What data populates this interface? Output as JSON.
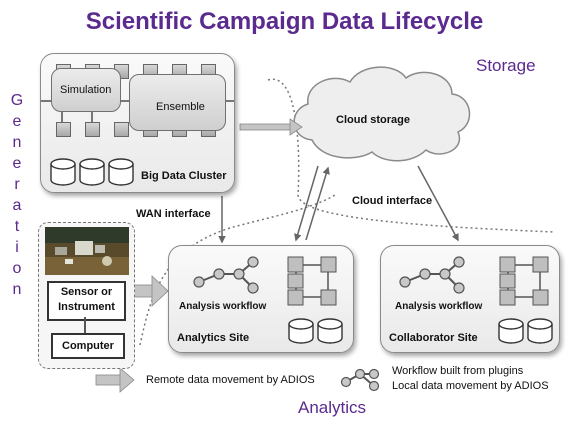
{
  "title": "Scientific Campaign Data Lifecycle",
  "side_labels": {
    "storage": "Storage",
    "analytics": "Analytics",
    "generation_letters": [
      "G",
      "e",
      "n",
      "e",
      "r",
      "a",
      "t",
      "i",
      "o",
      "n"
    ]
  },
  "big_data_cluster": {
    "label": "Big Data Cluster",
    "simulation": "Simulation",
    "ensemble": "Ensemble"
  },
  "cloud": {
    "label": "Cloud storage",
    "interface_label": "Cloud interface"
  },
  "wan_interface": "WAN interface",
  "instrument_site": {
    "sensor": "Sensor or Instrument",
    "computer": "Computer"
  },
  "analytics_site": {
    "workflow": "Analysis workflow",
    "label": "Analytics Site"
  },
  "collaborator_site": {
    "workflow": "Analysis workflow",
    "label": "Collaborator Site"
  },
  "legend": {
    "remote": "Remote data movement by ADIOS",
    "workflow_line1": "Workflow built from plugins",
    "workflow_line2": "Local data movement by ADIOS"
  },
  "colors": {
    "title": "#5b2a8e",
    "arrow": "#b8b8b8",
    "panel_border": "#8a8a8a"
  }
}
